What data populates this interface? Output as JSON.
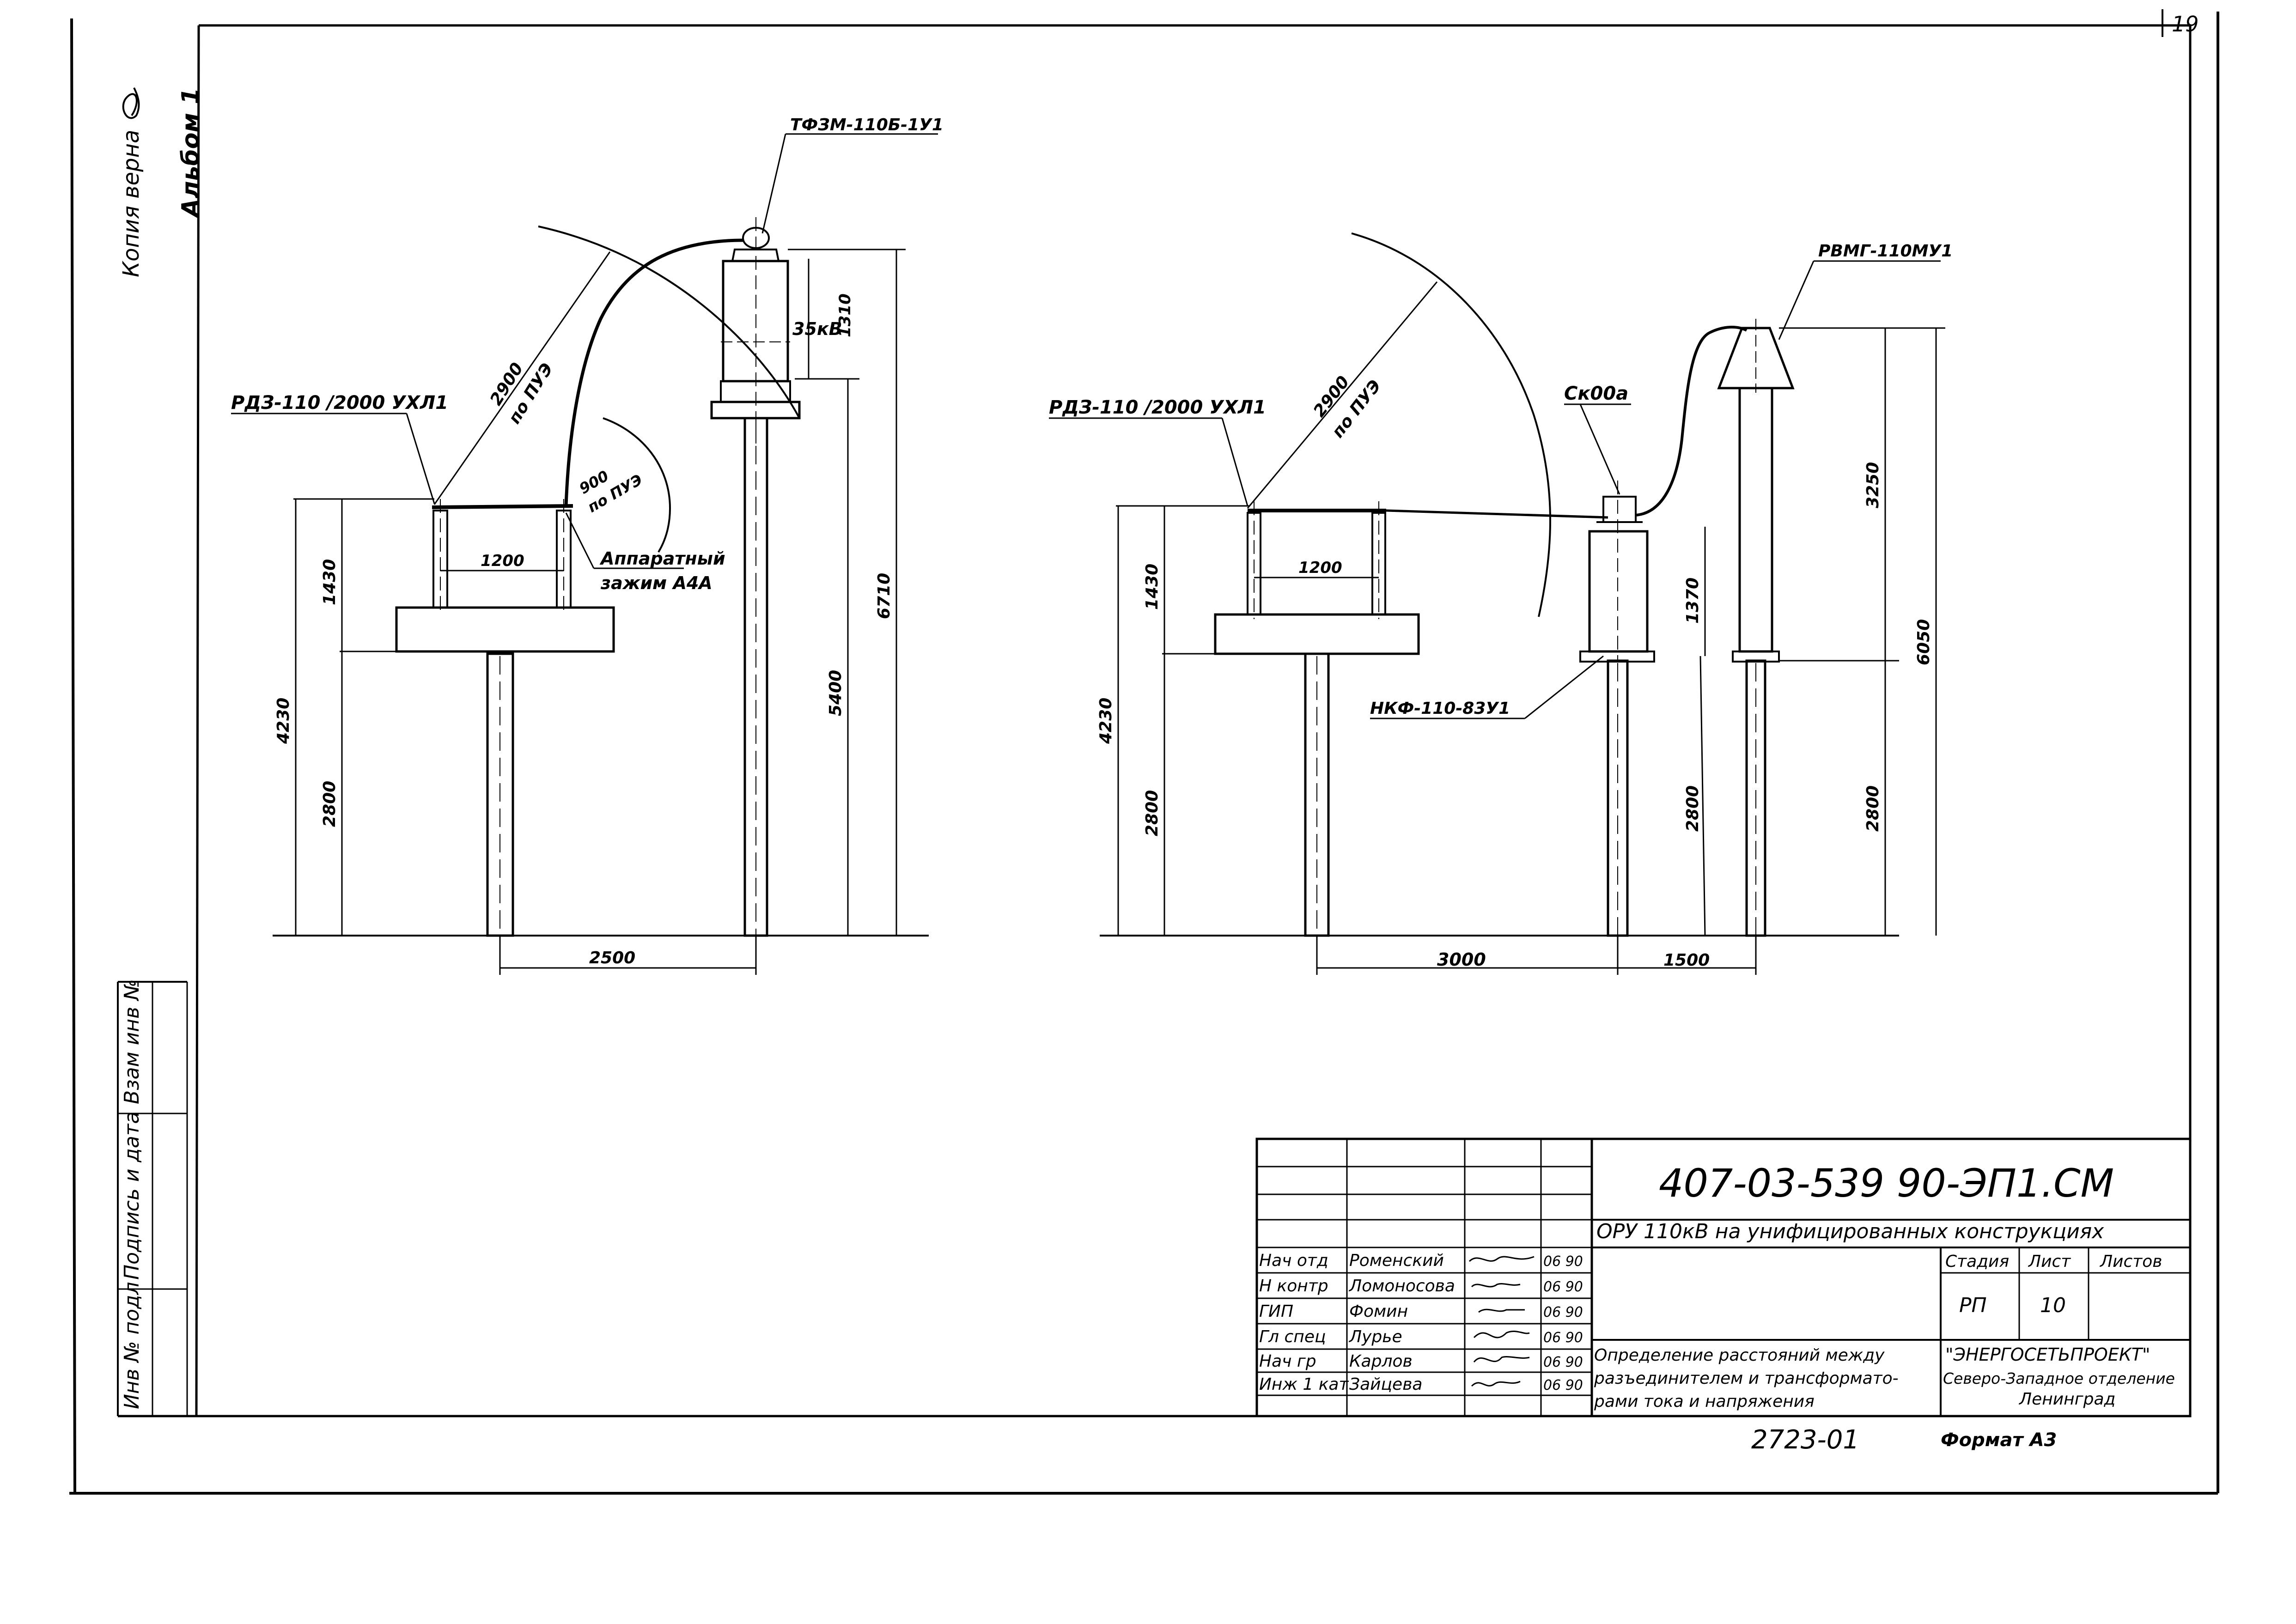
{
  "sheet": {
    "page_number": "19",
    "stamp_copy": "Копия верна",
    "album": "Альбом 1",
    "side_stamp": [
      "Инв № подл",
      "Подпись и дата",
      "Взам инв №"
    ]
  },
  "left_view": {
    "disconnector_label": "РДЗ-110 /2000 УХЛ1",
    "ct_label": "ТФЗМ-110Б-1У1",
    "voltage_label": "35кВ",
    "clamp_label_1": "Аппаратный",
    "clamp_label_2": "зажим А4А",
    "dim_2900": "2900",
    "dim_pue_1": "по ПУЭ",
    "dim_900": "900",
    "dim_pue_2": "по ПУЭ",
    "dim_1200": "1200",
    "dim_1430": "1430",
    "dim_4230": "4230",
    "dim_2800": "2800",
    "dim_5400": "5400",
    "dim_6710": "6710",
    "dim_1310": "1310",
    "dim_2500": "2500"
  },
  "right_view": {
    "disconnector_label": "РДЗ-110 /2000 УХЛ1",
    "arrester_label": "РВМГ-110МУ1",
    "vt_label": "НКФ-110-83У1",
    "box_label": "Ск00а",
    "dim_2900": "2900",
    "dim_pue": "по ПУЭ",
    "dim_1200": "1200",
    "dim_1430": "1430",
    "dim_4230": "4230",
    "dim_2800a": "2800",
    "dim_1370": "1370",
    "dim_2800b": "2800",
    "dim_3250": "3250",
    "dim_6050": "6050",
    "dim_2800c": "2800",
    "dim_3000": "3000",
    "dim_1500": "1500"
  },
  "title_block": {
    "doc_code": "407-03-539 90-ЭП1.СМ",
    "title": "ОРУ 110кВ на унифицированных конструкциях",
    "rows": [
      {
        "role": "Нач отд",
        "name": "Роменский",
        "date": "06 90"
      },
      {
        "role": "Н контр",
        "name": "Ломоносова",
        "date": "06 90"
      },
      {
        "role": "ГИП",
        "name": "Фомин",
        "date": "06 90"
      },
      {
        "role": "Гл спец",
        "name": "Лурье",
        "date": "06 90"
      },
      {
        "role": "Нач гр",
        "name": "Карлов",
        "date": "06 90"
      },
      {
        "role": "Инж 1 кат",
        "name": "Зайцева",
        "date": "06 90"
      }
    ],
    "stage_header": "Стадия",
    "sheet_header": "Лист",
    "sheets_header": "Листов",
    "stage": "РП",
    "sheet": "10",
    "desc_1": "Определение расстояний между",
    "desc_2": "разъединителем и трансформато-",
    "desc_3": "рами тока и напряжения",
    "org_1": "\"ЭНЕРГОСЕТЬПРОЕКТ\"",
    "org_2": "Северо-Западное отделение",
    "org_3": "Ленинград"
  },
  "footer": {
    "archive_no": "2723-01",
    "format": "Формат А3"
  }
}
